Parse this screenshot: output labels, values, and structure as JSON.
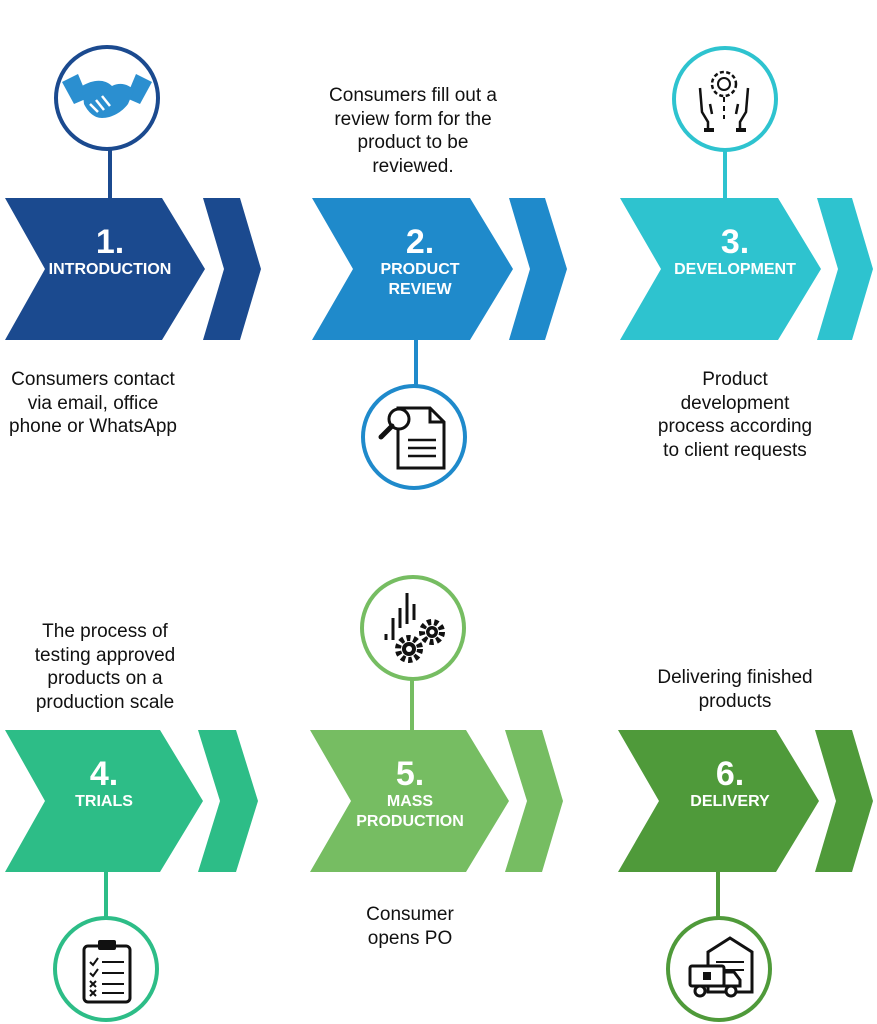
{
  "steps": [
    {
      "number": "1.",
      "title": "INTRODUCTION",
      "description": "Consumers contact\nvia email, office\nphone or WhatsApp",
      "icon": "handshake-icon",
      "color": "#1b4a8f"
    },
    {
      "number": "2.",
      "title": "PRODUCT\nREVIEW",
      "description": "Consumers fill out a\nreview form for the\nproduct to be\nreviewed.",
      "icon": "document-search-icon",
      "color": "#1f8acb"
    },
    {
      "number": "3.",
      "title": "DEVELOPMENT",
      "description": "Product\ndevelopment\nprocess according\nto client requests",
      "icon": "innovation-hands-icon",
      "color": "#2ec3cf"
    },
    {
      "number": "4.",
      "title": "TRIALS",
      "description": "The process of\ntesting approved\nproducts on a\nproduction scale",
      "icon": "clipboard-checklist-icon",
      "color": "#2dbd87"
    },
    {
      "number": "5.",
      "title": "MASS\nPRODUCTION",
      "description": "Consumer\nopens PO",
      "icon": "gears-chart-icon",
      "color": "#76bd62"
    },
    {
      "number": "6.",
      "title": "DELIVERY",
      "description": "Delivering finished\nproducts",
      "icon": "warehouse-truck-icon",
      "color": "#4f9a3a"
    }
  ]
}
